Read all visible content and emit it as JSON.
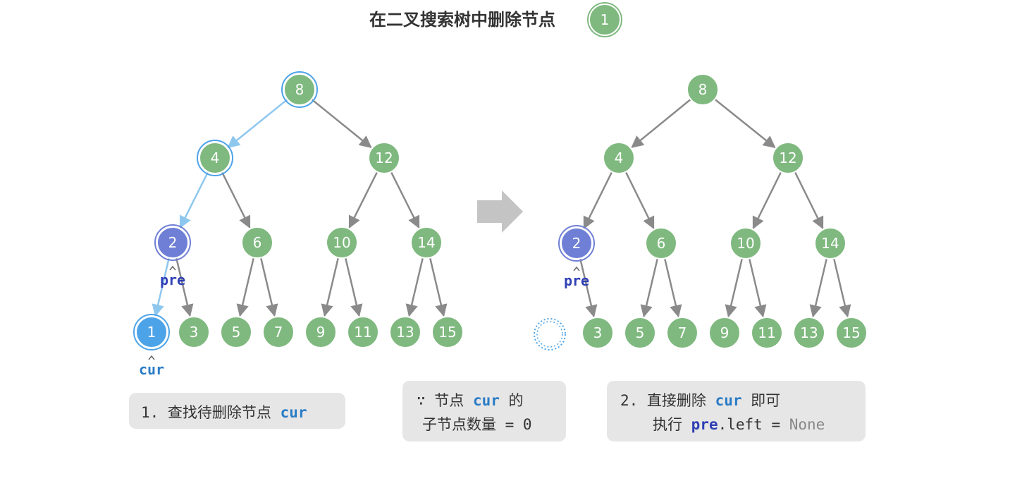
{
  "title": "在二叉搜索树中删除节点",
  "step": "1",
  "colors": {
    "node_green": "#7fb97f",
    "node_blue": "#4da3e8",
    "node_purple": "#6f7fd6",
    "edge_gray": "#8a8a8a",
    "edge_highlight": "#8ec7ee",
    "label_cur": "#2b7cc6",
    "label_pre": "#2f3fb5",
    "arrow_gray": "#c4c4c4",
    "box_bg": "#e6e6e6"
  },
  "left_tree": {
    "root": "8",
    "level1": [
      "4",
      "12"
    ],
    "level2": [
      "2",
      "6",
      "10",
      "14"
    ],
    "leaves": [
      "1",
      "3",
      "5",
      "7",
      "9",
      "11",
      "13",
      "15"
    ],
    "highlighted_nodes": [
      "8",
      "4"
    ],
    "pre_node": "2",
    "cur_node": "1",
    "search_path": [
      "8",
      "4",
      "2",
      "1"
    ]
  },
  "right_tree": {
    "root": "8",
    "level1": [
      "4",
      "12"
    ],
    "level2": [
      "2",
      "6",
      "10",
      "14"
    ],
    "leaves": [
      "3",
      "5",
      "7",
      "9",
      "11",
      "13",
      "15"
    ],
    "pre_node": "2",
    "removed_node_outline": "dotted-circle"
  },
  "labels": {
    "pre": "pre",
    "cur": "cur"
  },
  "step1_box": {
    "prefix": "1. 查找待删除节点 ",
    "cur": "cur"
  },
  "reason_box": {
    "line1_prefix": "∵ 节点 ",
    "line1_cur": "cur",
    "line1_suffix": " 的",
    "line2": "子节点数量 = 0"
  },
  "step2_box": {
    "line1_prefix": "2. 直接删除 ",
    "line1_cur": "cur",
    "line1_suffix": " 即可",
    "line2_prefix": "执行 ",
    "line2_pre": "pre",
    "line2_mid": ".left = ",
    "line2_none": "None"
  }
}
